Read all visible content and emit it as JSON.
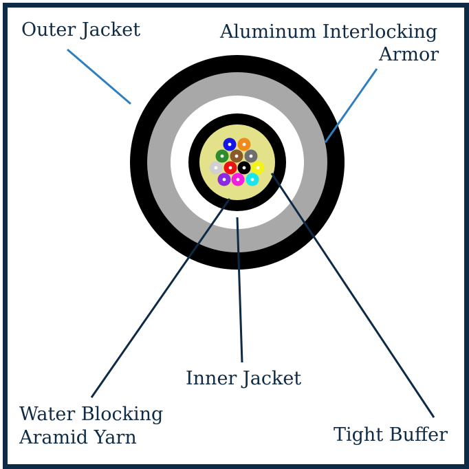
{
  "labels": {
    "outer_jacket": "Outer Jacket",
    "armor_line1": "Aluminum Interlocking",
    "armor_line2": "Armor",
    "inner_jacket": "Inner Jacket",
    "water_line1": "Water Blocking",
    "water_line2": "Aramid Yarn",
    "tight_buffer": "Tight Buffer"
  },
  "colors": {
    "frame": "#0f2a44",
    "outer_jacket": "#000000",
    "armor": "#a8a8a8",
    "gap": "#ffffff",
    "inner_jacket": "#000000",
    "aramid": "#e3e28a",
    "leader_outer": "#2f7fc0",
    "leader_armor": "#2f7fc0",
    "leader_inner": "#0f2a44"
  },
  "fibers": [
    {
      "color": "#1515e6",
      "name": "blue"
    },
    {
      "color": "#ef8a1c",
      "name": "orange"
    },
    {
      "color": "#2e8b2e",
      "name": "green"
    },
    {
      "color": "#8b5a2b",
      "name": "brown"
    },
    {
      "color": "#6e6e6e",
      "name": "slate"
    },
    {
      "color": "#d0d0d0",
      "name": "white"
    },
    {
      "color": "#ee1111",
      "name": "red"
    },
    {
      "color": "#000000",
      "name": "black"
    },
    {
      "color": "#f3f31a",
      "name": "yellow"
    },
    {
      "color": "#8a2be2",
      "name": "violet"
    },
    {
      "color": "#f21ee0",
      "name": "rose"
    },
    {
      "color": "#17e6ef",
      "name": "aqua"
    }
  ]
}
